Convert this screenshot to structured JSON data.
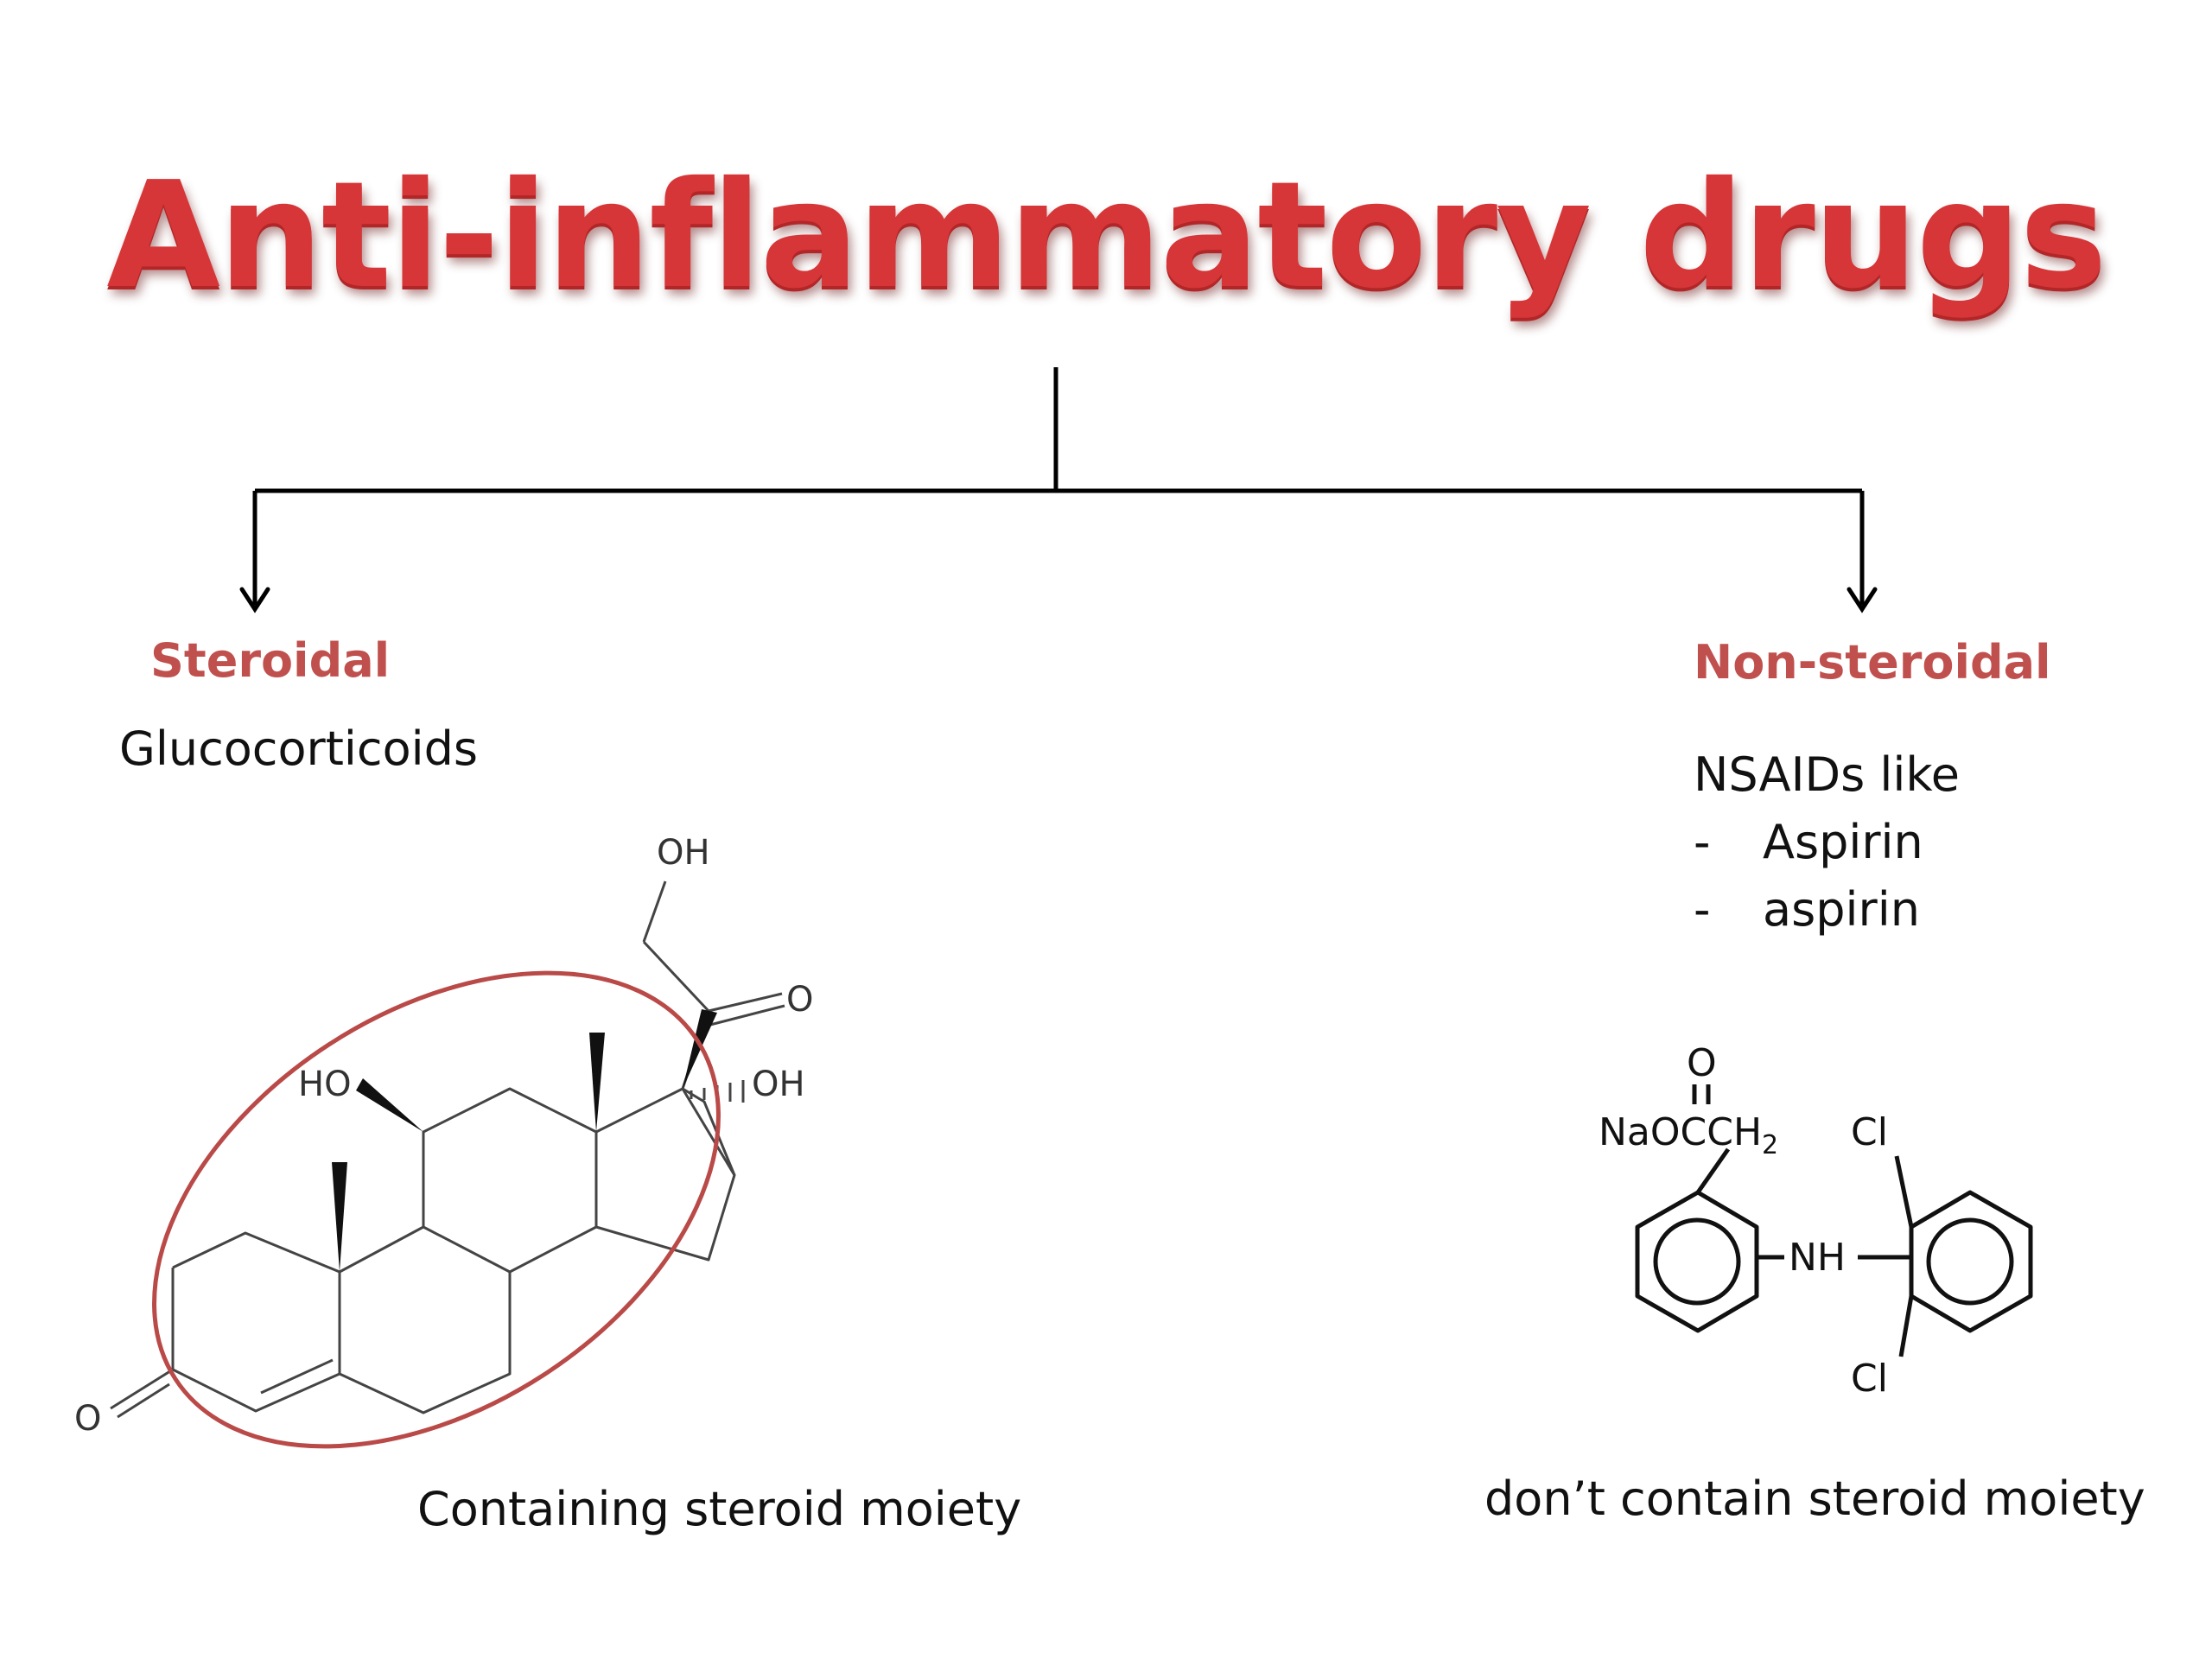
{
  "title": "Anti-inflammatory drugs",
  "steroidal": {
    "heading": "Steroidal",
    "subheading": "Glucocorticoids",
    "caption": "Containing steroid moiety",
    "atoms": {
      "oh_top": "OH",
      "ketone_o": "O",
      "ho": "HO",
      "oh_17": "OH",
      "o_3": "O"
    }
  },
  "nonsteroidal": {
    "heading": "Non-steroidal",
    "intro": "NSAIDs like",
    "bullet_marker": "-",
    "items": [
      "Aspirin",
      "aspirin"
    ],
    "caption": "don’t contain steroid moiety",
    "atoms": {
      "o_top": "O",
      "naoc": "NaOCCH",
      "sub2": "2",
      "cl_top": "Cl",
      "nh": "NH",
      "cl_bottom": "Cl"
    }
  },
  "colors": {
    "title": "#d63638",
    "category": "#c0504d",
    "highlight_ellipse": "#b94a48",
    "text": "#111111"
  }
}
